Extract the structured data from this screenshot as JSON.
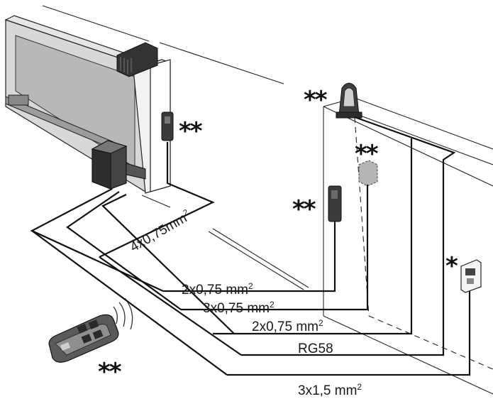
{
  "cables": [
    {
      "id": "motor",
      "label": "4x0,75mm",
      "sup": "2"
    },
    {
      "id": "photo-rx",
      "label": "2x0,75 mm",
      "sup": "2"
    },
    {
      "id": "keypad",
      "label": "3x0,75 mm",
      "sup": "2"
    },
    {
      "id": "photo-tx",
      "label": "2x0,75 mm",
      "sup": "2"
    },
    {
      "id": "antenna",
      "label": "RG58",
      "sup": ""
    },
    {
      "id": "power",
      "label": "3x1,5 mm",
      "sup": "2"
    }
  ],
  "markers": {
    "double": "**",
    "single": "*"
  },
  "colors": {
    "line": "#111111",
    "device_dark": "#3a3a3a",
    "gate_panel": "#bdbdbd",
    "wall": "#ffffff"
  },
  "icons": [
    "sliding-gate-icon",
    "gate-motor-icon",
    "photocell-icon",
    "antenna-lamp-icon",
    "keypad-icon",
    "selector-switch-icon",
    "remote-control-icon",
    "signal-waves-icon"
  ]
}
